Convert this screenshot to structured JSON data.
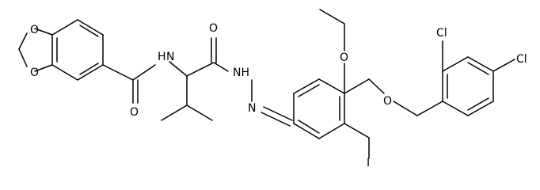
{
  "structure": {
    "atoms": [
      {
        "id": "O1",
        "label": "O"
      },
      {
        "id": "O2",
        "label": "O"
      },
      {
        "id": "O3",
        "label": "O"
      },
      {
        "id": "N1",
        "label": "N"
      },
      {
        "id": "H1",
        "label": "H"
      },
      {
        "id": "O4",
        "label": "O"
      },
      {
        "id": "N2",
        "label": "NH"
      },
      {
        "id": "N3",
        "label": "N"
      },
      {
        "id": "O5",
        "label": "O"
      },
      {
        "id": "O6",
        "label": "O"
      },
      {
        "id": "I1",
        "label": "I"
      },
      {
        "id": "Cl1",
        "label": "Cl"
      },
      {
        "id": "Cl2",
        "label": "Cl"
      }
    ]
  }
}
